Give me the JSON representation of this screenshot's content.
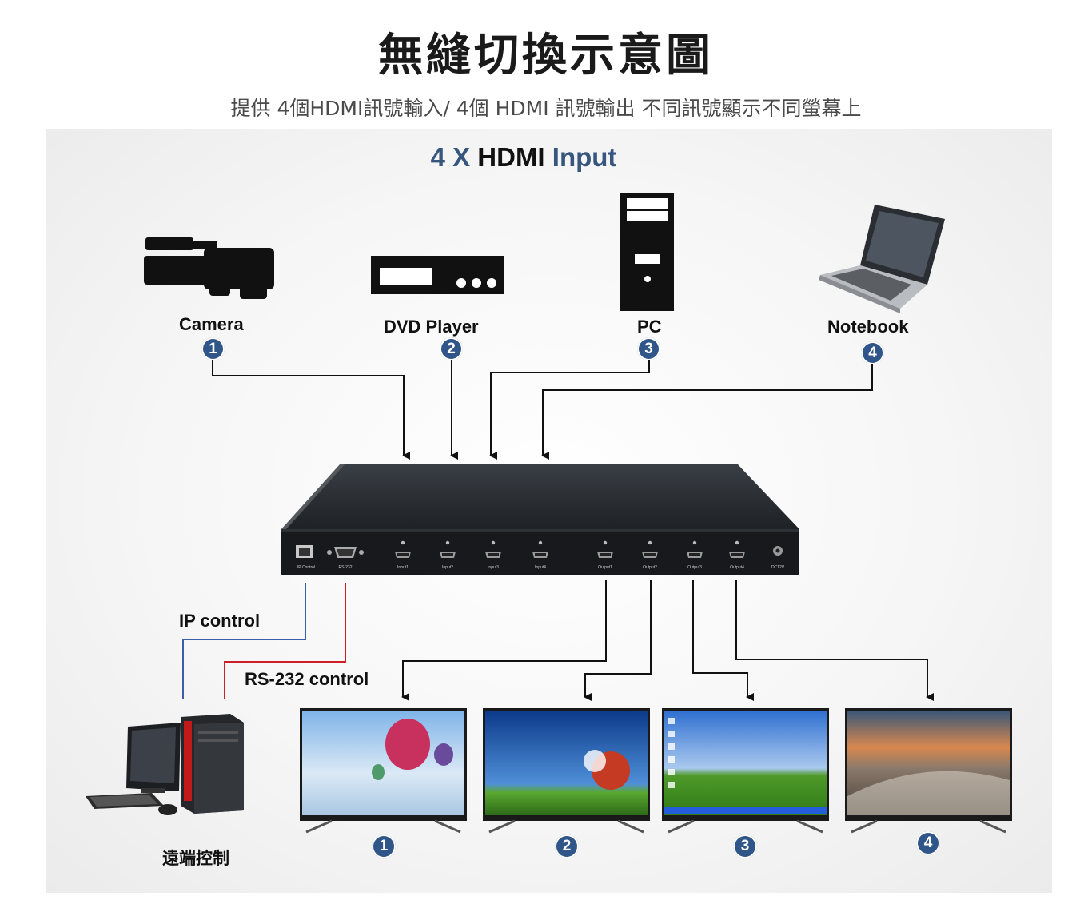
{
  "title": "無縫切換示意圖",
  "subtitle": "提供 4個HDMI訊號輸入/ 4個 HDMI 訊號輸出 不同訊號顯示不同螢幕上",
  "input_header": {
    "count": "4 X",
    "hdmi": "HDMI",
    "input": "Input"
  },
  "sources": [
    {
      "label": "Camera",
      "number": "1",
      "icon": "video-camera-icon"
    },
    {
      "label": "DVD Player",
      "number": "2",
      "icon": "dvd-player-icon"
    },
    {
      "label": "PC",
      "number": "3",
      "icon": "desktop-tower-icon"
    },
    {
      "label": "Notebook",
      "number": "4",
      "icon": "laptop-icon"
    }
  ],
  "switcher": {
    "ports": [
      "IP Control",
      "RS-232",
      "Input1",
      "Input2",
      "Input3",
      "Input4",
      "Output1",
      "Output2",
      "Output3",
      "Output4",
      "DC12V"
    ]
  },
  "control": {
    "ip_label": "IP control",
    "rs232_label": "RS-232 control",
    "remote_label": "遠端控制",
    "ip_line_color": "#3b5ea8",
    "rs232_line_color": "#cc1f27"
  },
  "displays": [
    {
      "number": "1",
      "scene": "hot-air-balloons"
    },
    {
      "number": "2",
      "scene": "tree-on-grass"
    },
    {
      "number": "3",
      "scene": "desktop-bliss"
    },
    {
      "number": "4",
      "scene": "coastal-rocks"
    }
  ],
  "colors": {
    "badge": "#2f5589",
    "header_blue": "#36567e"
  }
}
